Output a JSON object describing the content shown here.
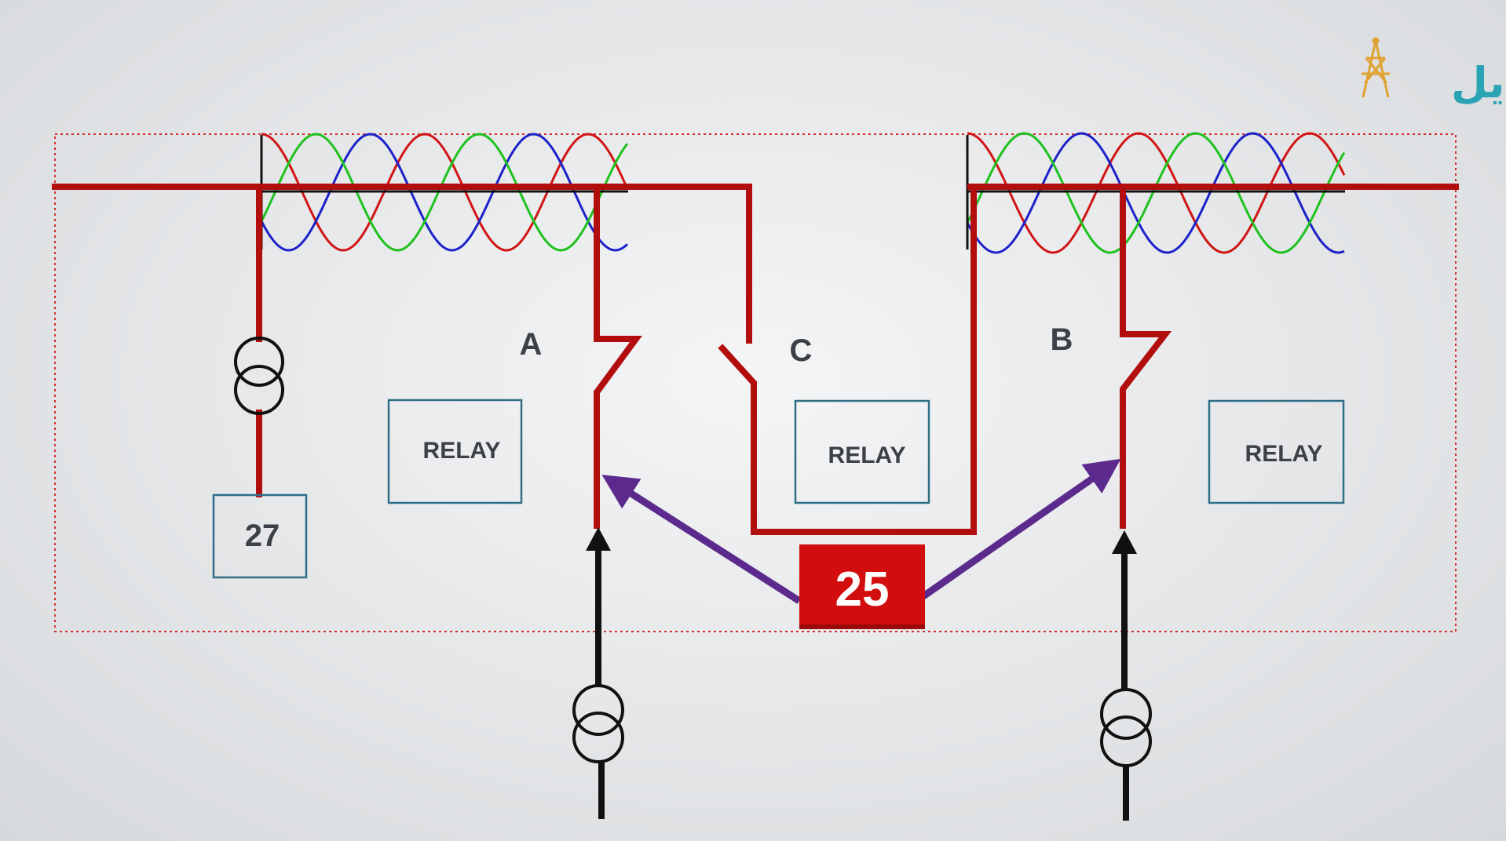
{
  "logo": {
    "text": "برقـــــتايل",
    "icon": "transmission-tower-icon"
  },
  "labels": {
    "breaker_a": "A",
    "breaker_b": "B",
    "breaker_c": "C"
  },
  "relays": {
    "left": "RELAY",
    "center": "RELAY",
    "right": "RELAY"
  },
  "device_27": "27",
  "device_25": "25",
  "colors": {
    "bus": "#b30e0e",
    "phase_red": "#d11515",
    "phase_blue": "#1c22c8",
    "phase_green": "#1fc11f",
    "arrow": "#5b2a8c",
    "box_border": "#2f6e86",
    "badge": "#d20d0d",
    "feeder": "#111111",
    "frame": "#d22b2b"
  }
}
